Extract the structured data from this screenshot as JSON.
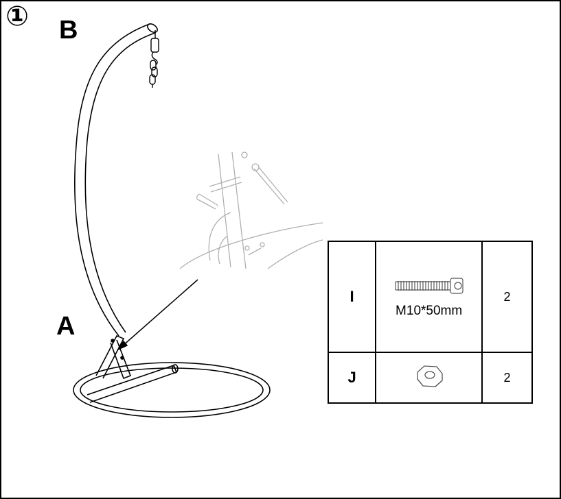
{
  "step": {
    "number": "①"
  },
  "labels": {
    "frame_top": "B",
    "frame_base": "A"
  },
  "parts": [
    {
      "letter": "I",
      "icon": "bolt-icon",
      "spec": "M10*50mm",
      "qty": "2"
    },
    {
      "letter": "J",
      "icon": "hex-nut-icon",
      "spec": "",
      "qty": "2"
    }
  ],
  "colors": {
    "line": "#000000",
    "faint_line": "#b0b0b0"
  }
}
